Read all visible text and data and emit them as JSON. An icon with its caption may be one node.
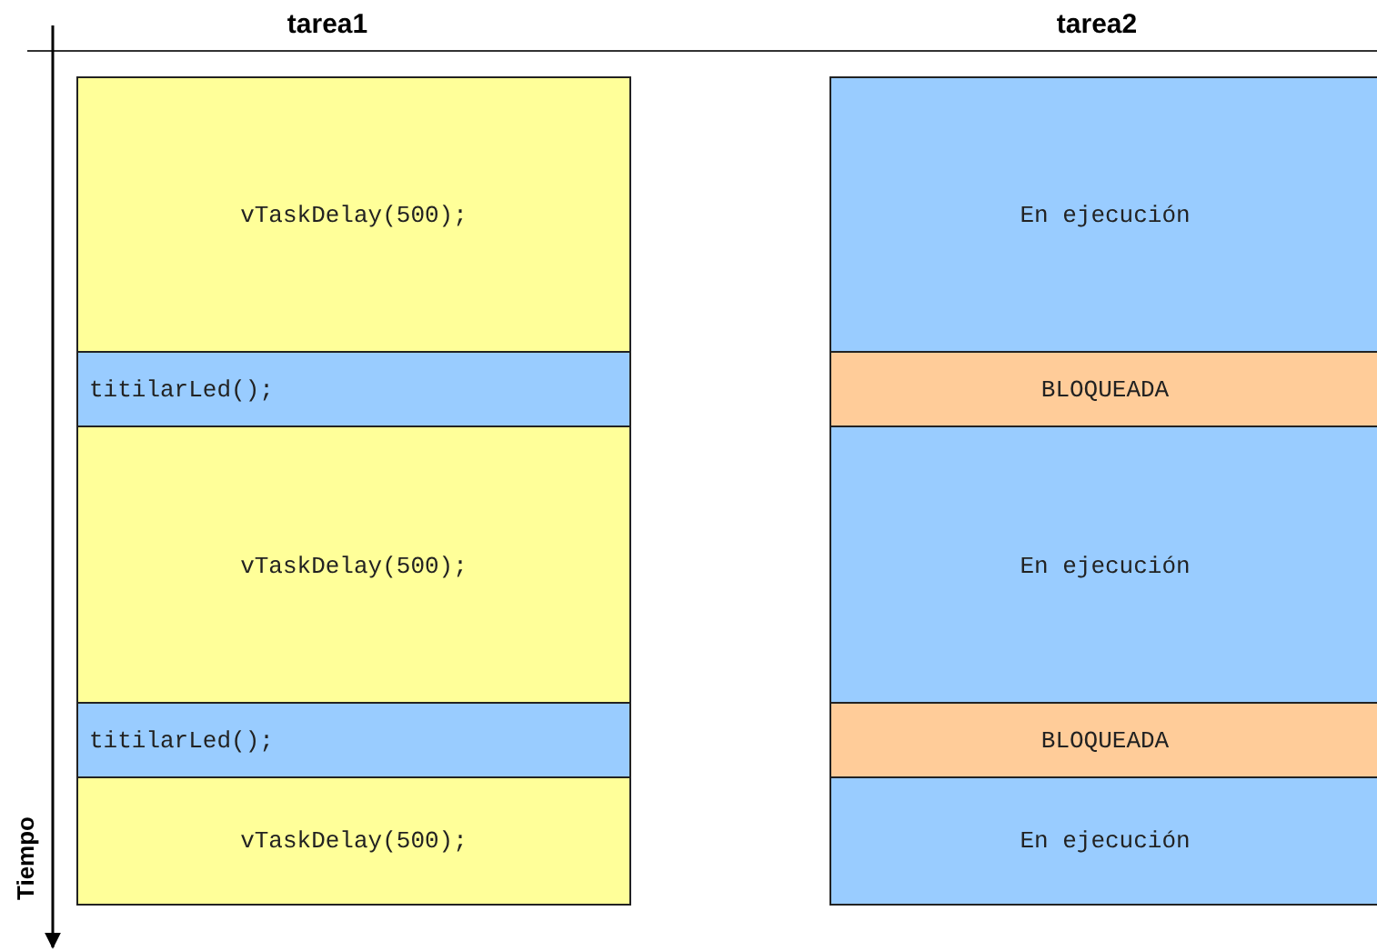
{
  "diagram": {
    "nodes": [
      {
        "text": [
          "vTaskDelay(500);"
        ]
      },
      {
        "text": [
          "En ejecución"
        ]
      },
      {
        "text": [
          "titilarLed();"
        ]
      },
      {
        "text": [
          "BLOQUEADA"
        ]
      },
      {
        "text": [
          "vTaskDelay(500);"
        ]
      },
      {
        "text": [
          "En ejecución"
        ]
      },
      {
        "text": [
          "titilarLed();"
        ]
      },
      {
        "text": [
          "BLOQUEADA"
        ]
      },
      {
        "text": [
          "vTaskDelay(500);"
        ]
      },
      {
        "text": [
          "En ejecución"
        ]
      }
    ],
    "labels": [
      "tarea1",
      "tarea2",
      "Tiempo"
    ]
  }
}
